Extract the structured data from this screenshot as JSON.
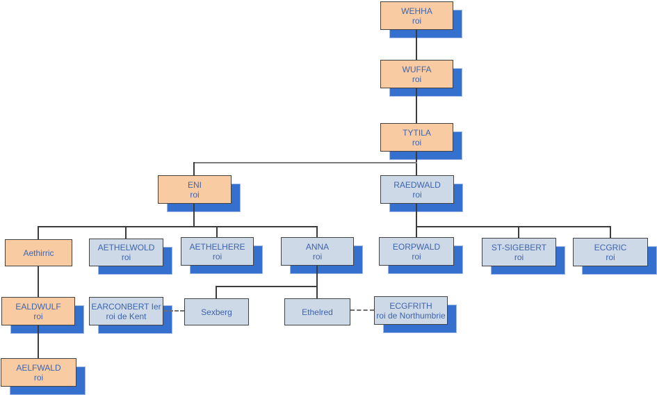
{
  "diagram_type": "family-tree",
  "colors": {
    "direct_line_fill": "#F9CBA2",
    "member_fill": "#CDD9E7",
    "shadow_blue": "#3570CE",
    "box_border": "#404040",
    "text_blue": "#3E64AD",
    "connector": "#3B3B3B",
    "branch_connector_gray": "#7A7A7A"
  },
  "nodes": [
    {
      "name": "WEHHA",
      "subtitle": "roi"
    },
    {
      "name": "WUFFA",
      "subtitle": "roi"
    },
    {
      "name": "TYTILA",
      "subtitle": "roi"
    },
    {
      "name": "ENI",
      "subtitle": "roi"
    },
    {
      "name": "RAEDWALD",
      "subtitle": "roi"
    },
    {
      "name": "Aethirric",
      "subtitle": ""
    },
    {
      "name": "AETHELWOLD",
      "subtitle": "roi"
    },
    {
      "name": "AETHELHERE",
      "subtitle": "roi"
    },
    {
      "name": "ANNA",
      "subtitle": "roi"
    },
    {
      "name": "EORPWALD",
      "subtitle": "roi"
    },
    {
      "name": "ST-SIGEBERT",
      "subtitle": "roi"
    },
    {
      "name": "ECGRIC",
      "subtitle": "roi"
    },
    {
      "name": "EALDWULF",
      "subtitle": "roi"
    },
    {
      "name": "EARCONBERT Ier",
      "subtitle": "roi de Kent"
    },
    {
      "name": "Sexberg",
      "subtitle": ""
    },
    {
      "name": "Ethelred",
      "subtitle": ""
    },
    {
      "name": "ECGFRITH",
      "subtitle": "roi de Northumbrie"
    },
    {
      "name": "AELFWALD",
      "subtitle": "roi"
    }
  ],
  "relations": {
    "parent_child": [
      [
        "WEHHA",
        "WUFFA"
      ],
      [
        "WUFFA",
        "TYTILA"
      ],
      [
        "TYTILA",
        "ENI"
      ],
      [
        "TYTILA",
        "RAEDWALD"
      ],
      [
        "ENI",
        "Aethirric"
      ],
      [
        "ENI",
        "AETHELWOLD"
      ],
      [
        "ENI",
        "AETHELHERE"
      ],
      [
        "ENI",
        "ANNA"
      ],
      [
        "RAEDWALD",
        "EORPWALD"
      ],
      [
        "RAEDWALD",
        "ST-SIGEBERT"
      ],
      [
        "RAEDWALD",
        "ECGRIC"
      ],
      [
        "Aethirric",
        "EALDWULF"
      ],
      [
        "ANNA",
        "Sexberg"
      ],
      [
        "ANNA",
        "Ethelred"
      ],
      [
        "EALDWULF",
        "AELFWALD"
      ]
    ],
    "marriage": [
      [
        "EARCONBERT Ier",
        "Sexberg"
      ],
      [
        "Ethelred",
        "ECGFRITH"
      ]
    ]
  }
}
